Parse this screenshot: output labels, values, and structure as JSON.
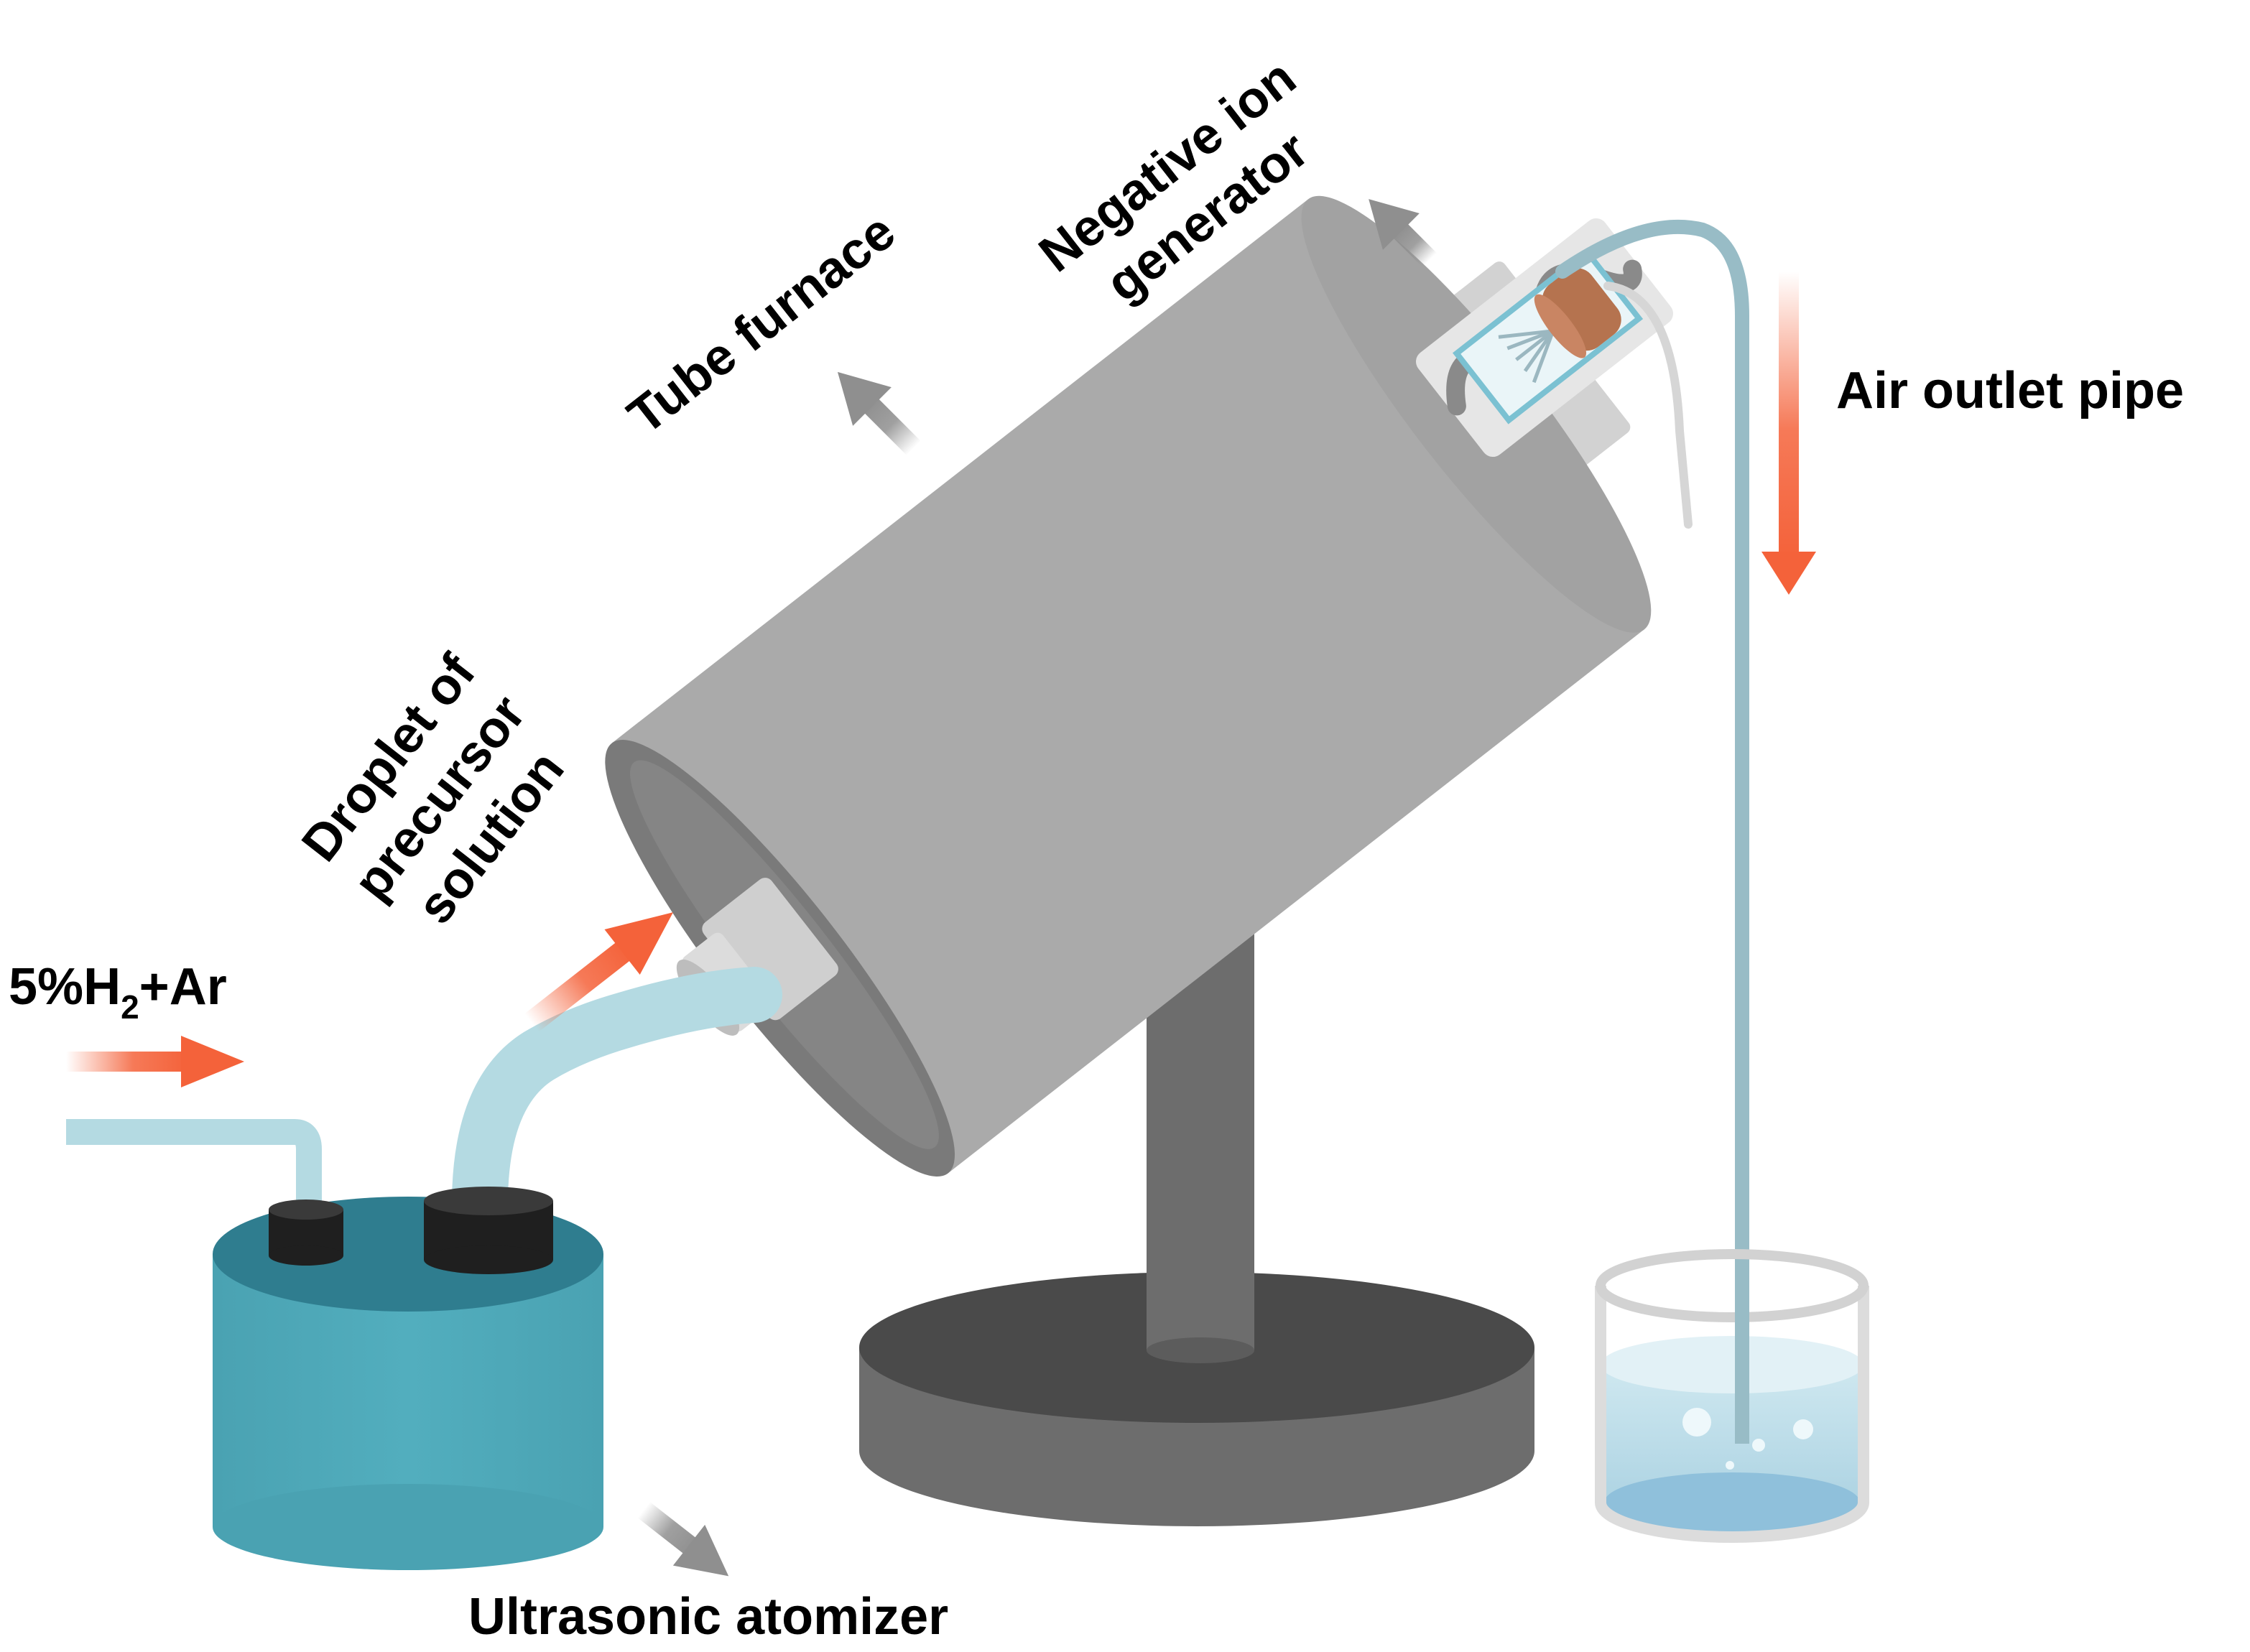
{
  "labels": {
    "gas_main": "5%H",
    "gas_sub": "2",
    "gas_tail": "+Ar",
    "droplet_line1": "Droplet of",
    "droplet_line2": "precursor",
    "droplet_line3": "solution",
    "tube_furnace": "Tube furnace",
    "negative_ion_line1": "Negative ion",
    "negative_ion_line2": "generator",
    "air_outlet": "Air outlet pipe",
    "ultrasonic": "Ultrasonic atomizer"
  },
  "colors": {
    "flow_arrow": "#f4623a",
    "pointer_arrow": "#8f8f8f",
    "tube_light_blue": "#b4dae2",
    "atomizer_body": "#4ea8b8",
    "atomizer_top": "#2f7d8f",
    "cap_black": "#1f1f1f",
    "furnace_body": "#aaaaaa",
    "furnace_end": "#7a7a7a",
    "stand_dark": "#4a4a4a",
    "stand_pole": "#6d6d6d",
    "connector": "#d9d9d9",
    "generator_brown": "#b5734f",
    "water": "#9cc7dc",
    "outlet_pipe": "#98bcc6"
  }
}
